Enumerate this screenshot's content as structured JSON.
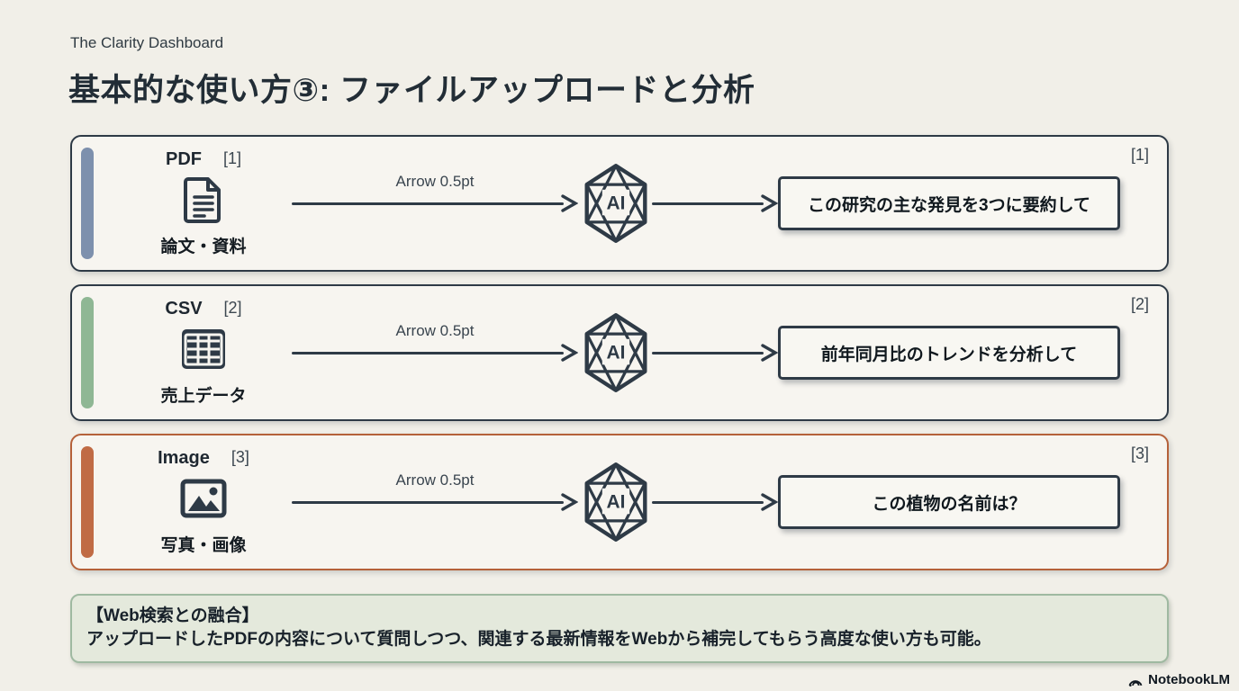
{
  "page": {
    "brand": "The Clarity Dashboard",
    "title": "基本的な使い方③: ファイルアップロードと分析"
  },
  "colors": {
    "background": "#f1efe8",
    "panel": "#f7f5f0",
    "ink": "#2e3a46",
    "accent_pdf": "#7d90ad",
    "accent_csv": "#8fb794",
    "accent_image": "#c06b45",
    "image_row_border": "#b5613a",
    "note_bg": "#e4e9dc",
    "note_border": "#9fb9a1"
  },
  "rows": [
    {
      "type_label": "PDF",
      "ref": "[1]",
      "icon": "pdf-document-icon",
      "sublabel": "論文・資料",
      "arrow_label": "Arrow 0.5pt",
      "ai_label": "AI",
      "prompt": "この研究の主な発見を3つに要約して",
      "corner_ref": "[1]"
    },
    {
      "type_label": "CSV",
      "ref": "[2]",
      "icon": "csv-table-icon",
      "sublabel": "売上データ",
      "arrow_label": "Arrow 0.5pt",
      "ai_label": "AI",
      "prompt": "前年同月比のトレンドを分析して",
      "corner_ref": "[2]"
    },
    {
      "type_label": "Image",
      "ref": "[3]",
      "icon": "image-photo-icon",
      "sublabel": "写真・画像",
      "arrow_label": "Arrow 0.5pt",
      "ai_label": "AI",
      "prompt": "この植物の名前は？",
      "corner_ref": "[3]"
    }
  ],
  "note": {
    "title": "【Web検索との融合】",
    "body": "アップロードしたPDFの内容について質問しつつ、関連する最新情報をWebから補完してもらう高度な使い方も可能。"
  },
  "footer": {
    "logo_text": "NotebookLM"
  }
}
